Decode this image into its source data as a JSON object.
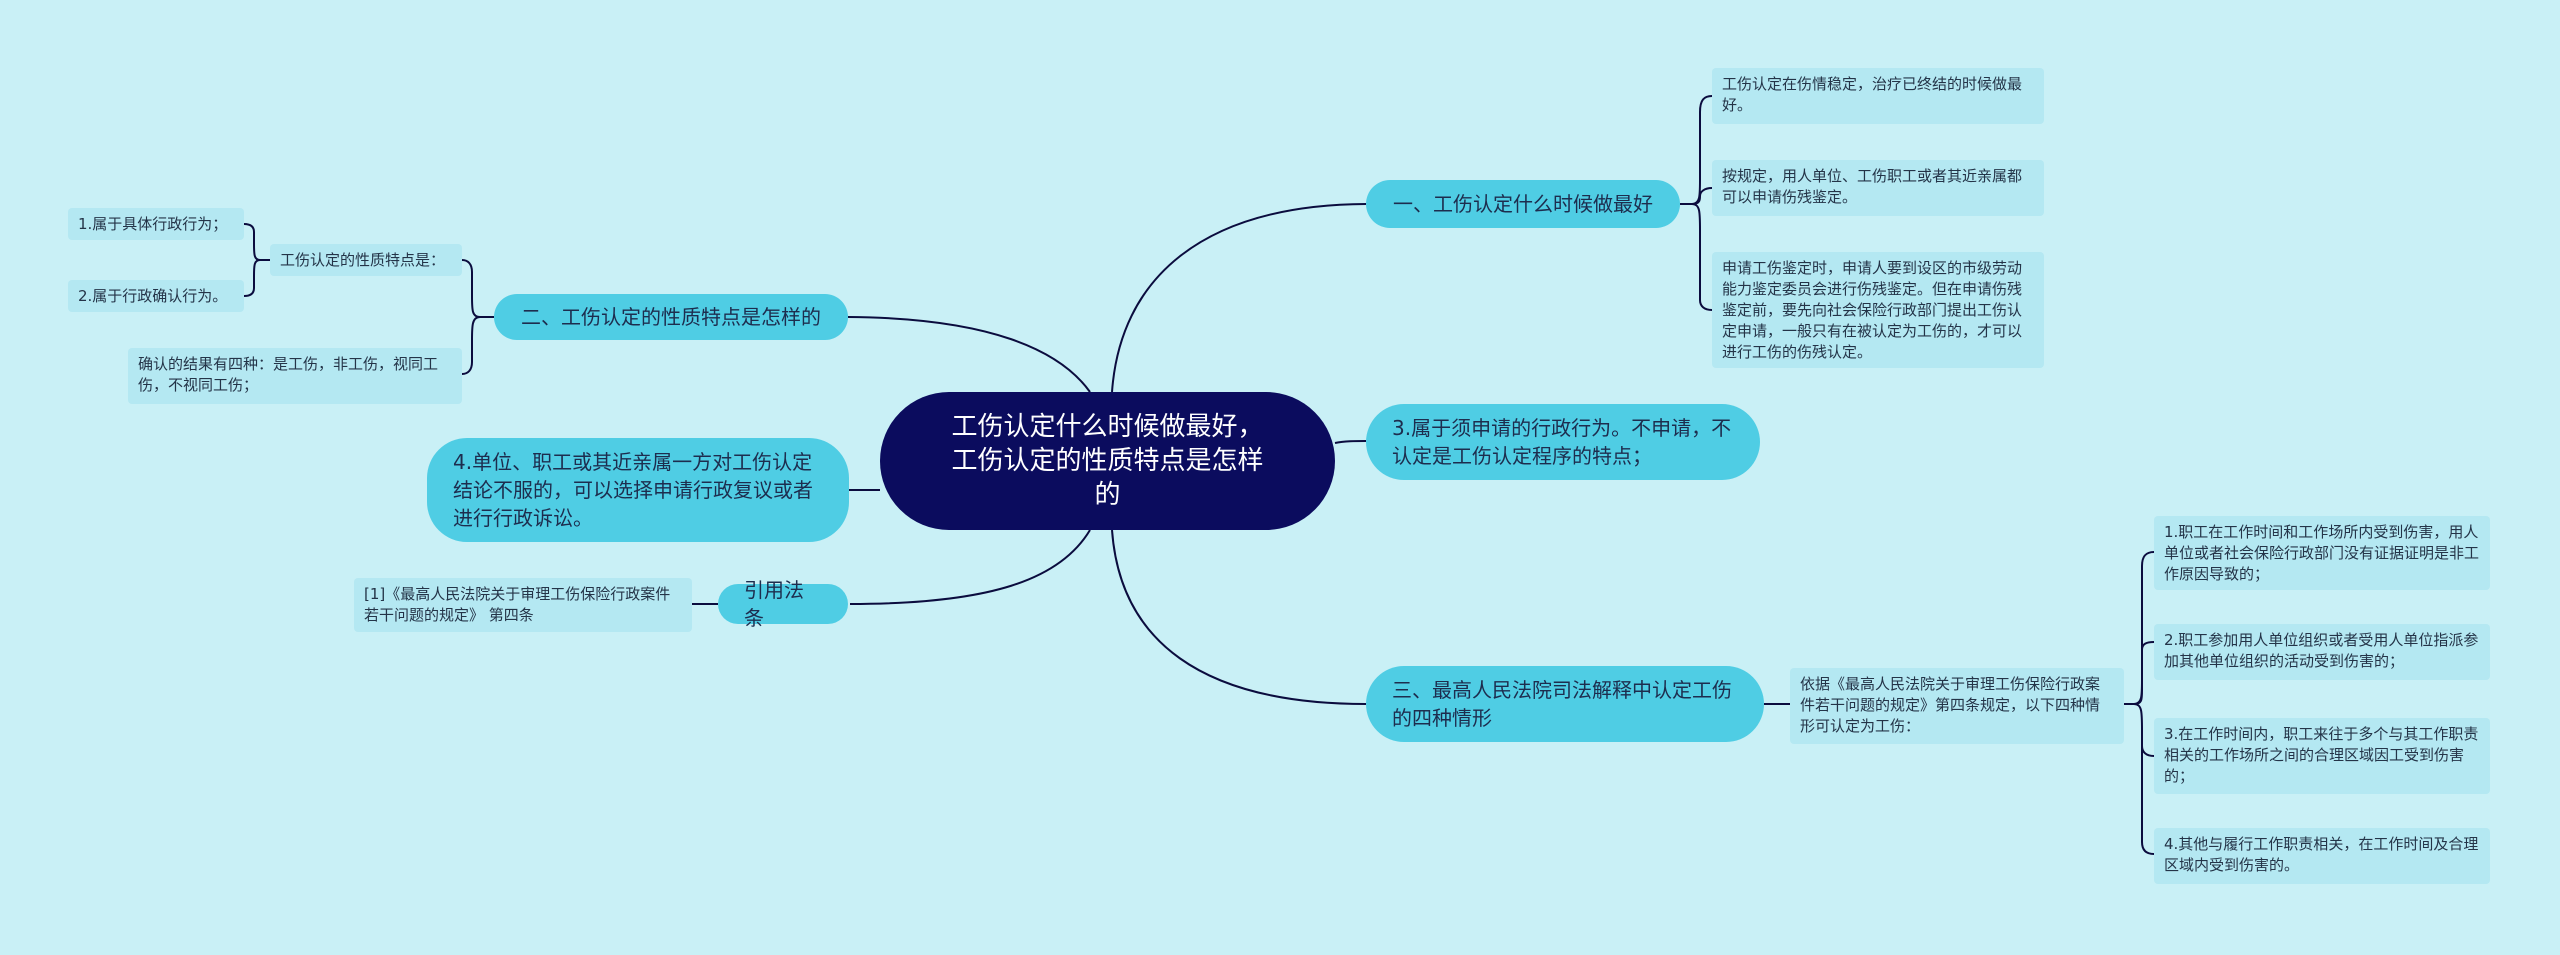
{
  "root": {
    "text": "工伤认定什么时候做最好，工伤认定的性质特点是怎样的"
  },
  "branches": {
    "b1": {
      "text": "一、工伤认定什么时候做最好"
    },
    "b2": {
      "text": "3.属于须申请的行政行为。不申请，不认定是工伤认定程序的特点；"
    },
    "b3": {
      "text": "三、最高人民法院司法解释中认定工伤的四种情形"
    },
    "b4": {
      "text": "二、工伤认定的性质特点是怎样的"
    },
    "b5": {
      "text": "4.单位、职工或其近亲属一方对工伤认定结论不服的，可以选择申请行政复议或者进行行政诉讼。"
    },
    "b6": {
      "text": "引用法条"
    }
  },
  "leaves": {
    "l1a": {
      "text": "工伤认定在伤情稳定，治疗已终结的时候做最好。"
    },
    "l1b": {
      "text": "按规定，用人单位、工伤职工或者其近亲属都可以申请伤残鉴定。"
    },
    "l1c": {
      "text": "申请工伤鉴定时，申请人要到设区的市级劳动能力鉴定委员会进行伤残鉴定。但在申请伤残鉴定前，要先向社会保险行政部门提出工伤认定申请，一般只有在被认定为工伤的，才可以进行工伤的伤残认定。"
    },
    "l3": {
      "text": "依据《最高人民法院关于审理工伤保险行政案件若干问题的规定》第四条规定，以下四种情形可认定为工伤："
    },
    "l3a": {
      "text": "1.职工在工作时间和工作场所内受到伤害，用人单位或者社会保险行政部门没有证据证明是非工作原因导致的；"
    },
    "l3b": {
      "text": "2.职工参加用人单位组织或者受用人单位指派参加其他单位组织的活动受到伤害的；"
    },
    "l3c": {
      "text": "3.在工作时间内，职工来往于多个与其工作职责相关的工作场所之间的合理区域因工受到伤害的；"
    },
    "l3d": {
      "text": "4.其他与履行工作职责相关，在工作时间及合理区域内受到伤害的。"
    },
    "l4": {
      "text": "工伤认定的性质特点是："
    },
    "l4a": {
      "text": "1.属于具体行政行为；"
    },
    "l4b": {
      "text": "2.属于行政确认行为。"
    },
    "l4c": {
      "text": "确认的结果有四种：是工伤，非工伤，视同工伤，不视同工伤；"
    },
    "l6": {
      "text": "[1]《最高人民法院关于审理工伤保险行政案件若干问题的规定》 第四条"
    }
  },
  "colors": {
    "background": "#c9f0f6",
    "root_fill": "#0b0c5e",
    "branch_fill": "#4fcde4",
    "leaf_fill": "#b4e8f2",
    "connector": "#0b0c3e"
  }
}
